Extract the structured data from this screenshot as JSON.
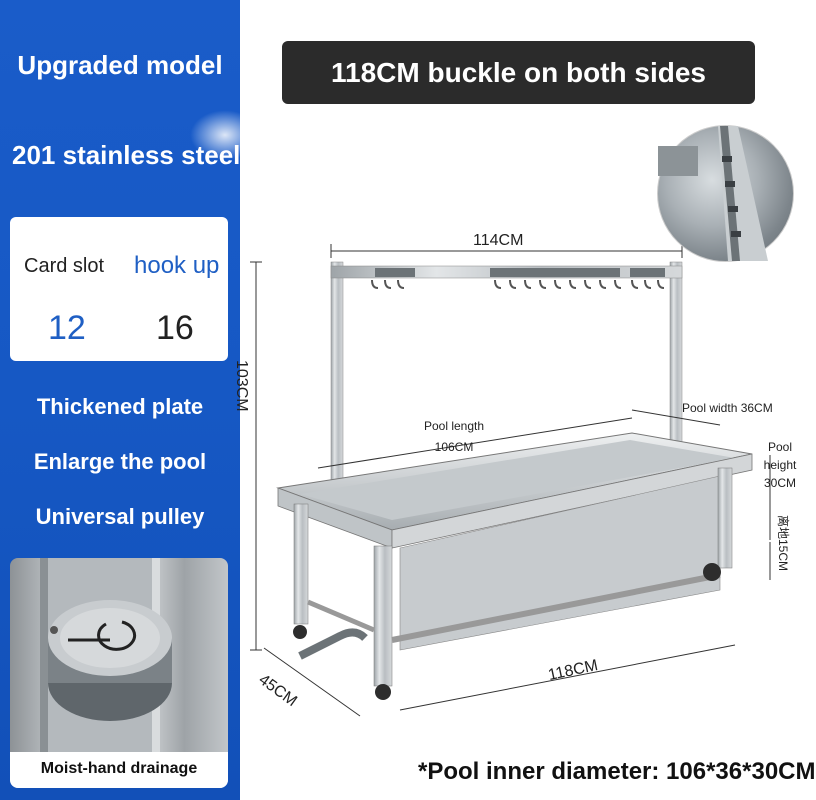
{
  "sidebar": {
    "title": "Upgraded model",
    "material": "201 stainless steel",
    "specs": {
      "card_slot_label": "Card slot",
      "hook_up_label": "hook up",
      "card_slot_value": "12",
      "hook_up_value": "16"
    },
    "features": [
      "Thickened plate",
      "Enlarge the pool",
      "Universal pulley"
    ],
    "photo_caption": "Moist-hand drainage"
  },
  "banner": "118CM buckle on both sides",
  "dimensions": {
    "top_width": "114CM",
    "height": "103CM",
    "pool_length_label": "Pool length",
    "pool_length_value": "106CM",
    "pool_width": "Pool width 36CM",
    "pool_height_label1": "Pool",
    "pool_height_label2": "height",
    "pool_height_value": "30CM",
    "leg_clearance": "离地15CM",
    "length": "118CM",
    "depth": "45CM"
  },
  "footer": "*Pool inner diameter: 106*36*30CM",
  "colors": {
    "sidebar_blue": "#1658c4",
    "banner_dark": "#2b2b2b",
    "accent_blue": "#1f5fc4"
  }
}
